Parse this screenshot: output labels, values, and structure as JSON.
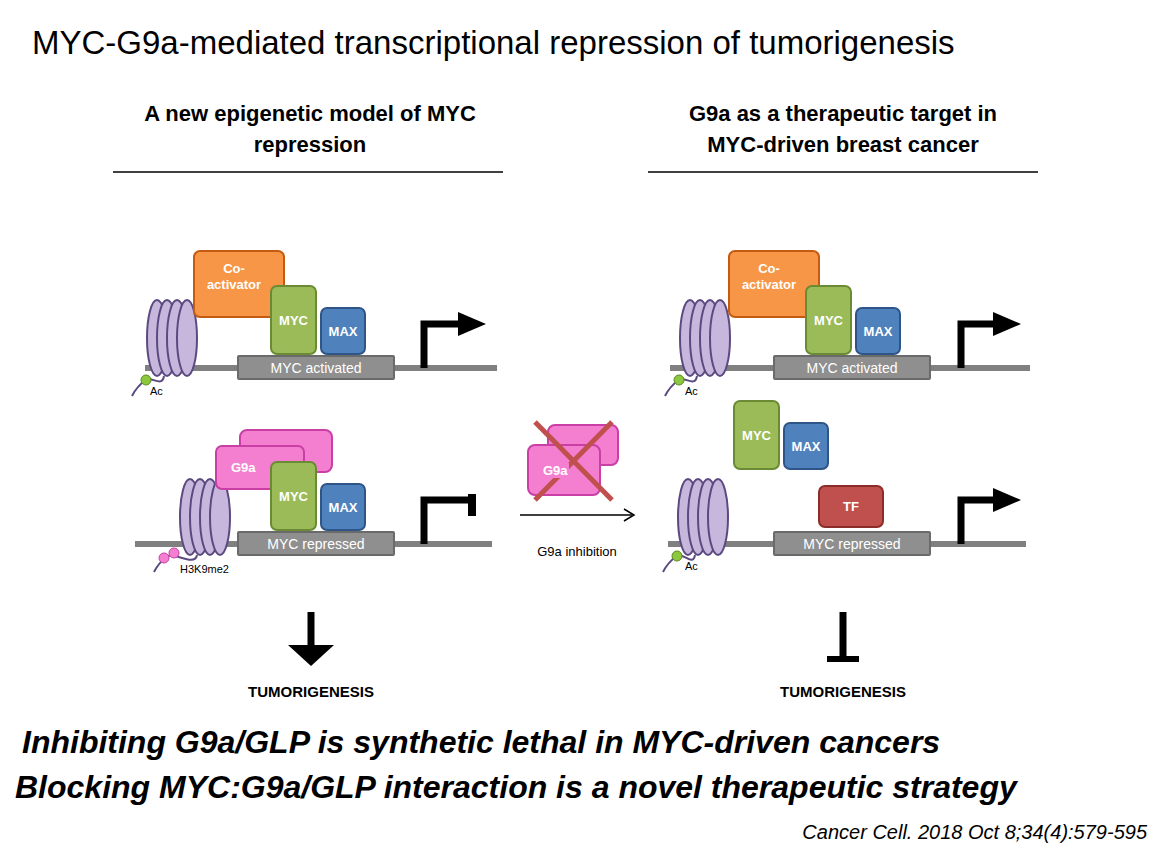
{
  "diagram": {
    "title": "MYC-G9a-mediated transcriptional repression of tumorigenesis",
    "caption": "Cancer Cell. 2018 Oct 8;34(4):579-595",
    "nodes": [
      {
        "text": [
          "Co- activator"
        ]
      },
      {
        "text": [
          "MYC"
        ]
      },
      {
        "text": [
          "MAX"
        ]
      },
      {
        "text": [
          "MYC activated"
        ]
      },
      {
        "text": [
          "G9a"
        ]
      },
      {
        "text": [
          "MYC"
        ]
      },
      {
        "text": [
          "MAX"
        ]
      },
      {
        "text": [
          "MYC repressed"
        ]
      },
      {
        "text": [
          "G9a"
        ]
      },
      {
        "text": [
          "Co- activator"
        ]
      },
      {
        "text": [
          "MYC"
        ]
      },
      {
        "text": [
          "MAX"
        ]
      },
      {
        "text": [
          "MYC activated"
        ]
      },
      {
        "text": [
          "MYC"
        ]
      },
      {
        "text": [
          "MAX"
        ]
      },
      {
        "text": [
          "TF"
        ]
      },
      {
        "text": [
          "MYC repressed"
        ]
      }
    ],
    "labels": [
      "A new epigenetic model of MYC repression",
      "G9a as a therapeutic target in MYC-driven breast cancer",
      "Ac",
      "H3K9me2",
      "G9a inhibition",
      "Ac",
      "Ac",
      "TUMORIGENESIS",
      "TUMORIGENESIS",
      "Inhibiting G9a/GLP is synthetic lethal in MYC-driven cancers",
      "Blocking MYC:G9a/GLP interaction is a novel therapeutic strategy"
    ]
  }
}
